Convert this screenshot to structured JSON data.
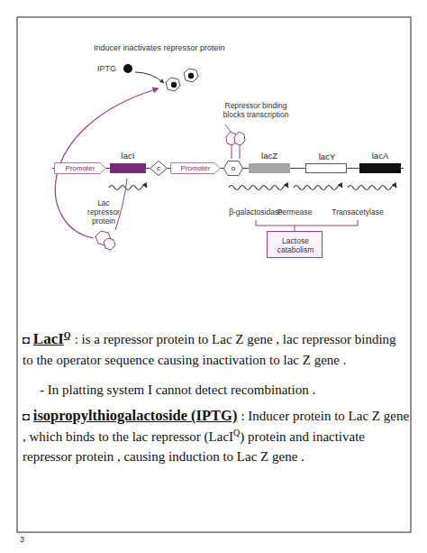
{
  "diagram": {
    "nodes": [
      {
        "text": [
          "Promoter"
        ]
      },
      {
        "text": [
          "lacI"
        ]
      },
      {
        "text": [
          "c"
        ]
      },
      {
        "text": [
          "Promoter"
        ]
      },
      {
        "text": [
          "o"
        ]
      },
      {
        "text": [
          "lacZ"
        ]
      },
      {
        "text": [
          "lacY"
        ]
      },
      {
        "text": [
          "lacA"
        ]
      },
      {
        "text": [
          "Lactose catabolism"
        ]
      }
    ],
    "labels": [
      "Inducer inactivates repressor protein",
      "IPTG",
      "Repressor binding blocks transcription",
      "Lac repressor protein",
      "β-galactosidase",
      "Permease",
      "Transacetylase",
      "◘",
      "LacI",
      "Q",
      ": is a repressor protein to Lac Z gene , lac repressor binding to the operator sequence causing inactivation to lac Z gene .",
      "- In platting system I cannot detect recombination .",
      "◘",
      "isopropylthiogalactoside (IPTG)",
      ": Inducer protein to Lac Z gene , which binds to the lac repressor (LacI",
      "Q",
      ") protein and inactivate repressor protein , causing induction to Lac Z gene .",
      "3"
    ]
  }
}
